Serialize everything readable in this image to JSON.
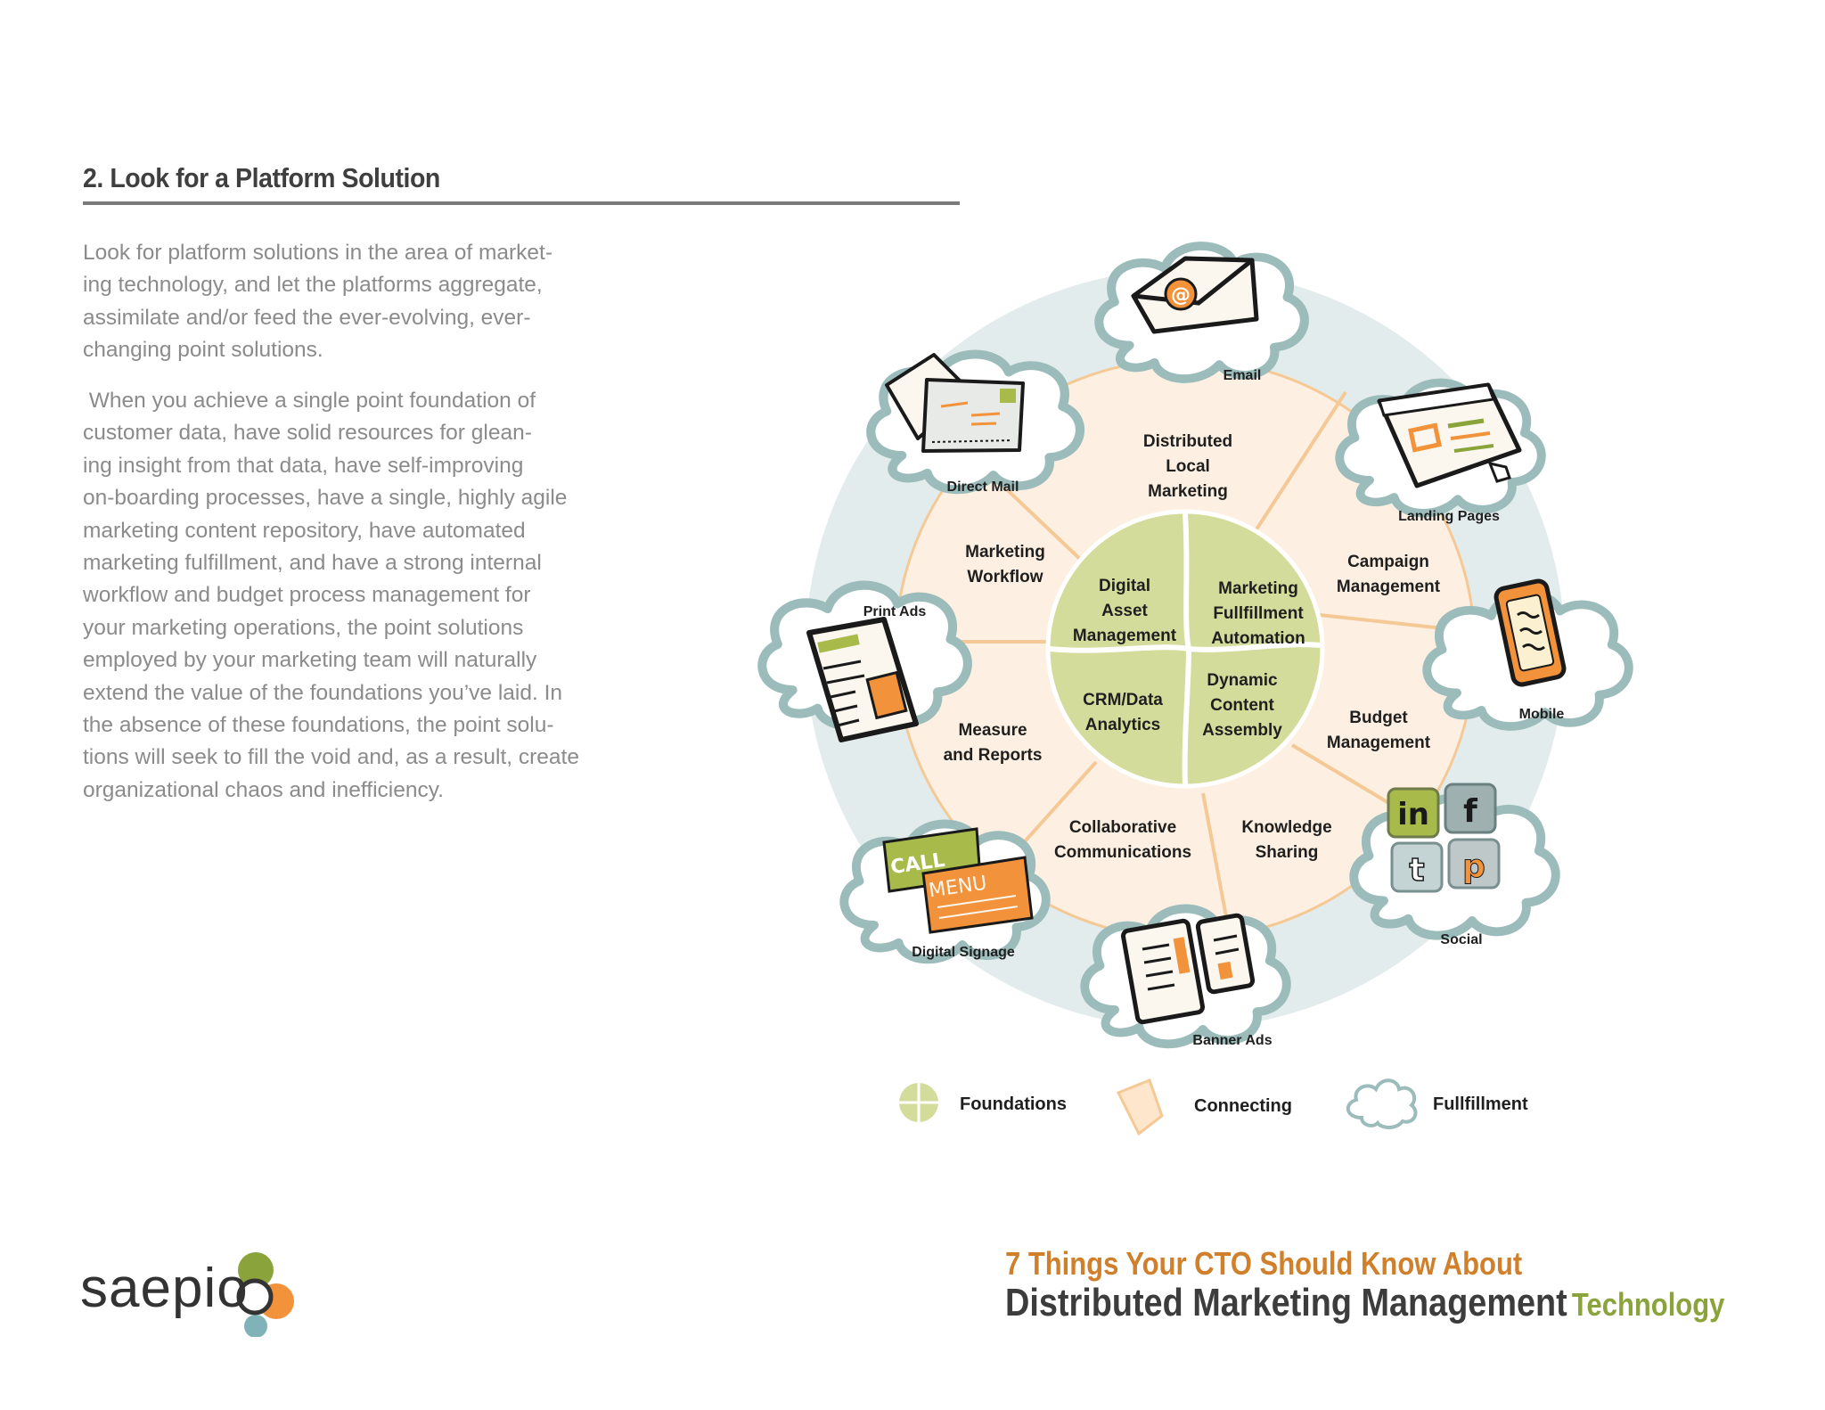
{
  "heading": "2. Look for a Platform Solution",
  "paragraph1_lines": [
    "Look for platform solutions in the area of market-",
    "ing technology, and let the platforms aggregate,",
    "assimilate and/or feed the ever-evolving, ever-",
    "changing point solutions."
  ],
  "paragraph2_lines": [
    " When you achieve a single point foundation of",
    "customer data, have solid resources for glean-",
    "ing insight from that data, have self-improving",
    "on-boarding processes, have a single, highly agile",
    "marketing content repository, have automated",
    "marketing fulfillment, and have a strong internal",
    "workflow and budget process management for",
    "your marketing operations, the point solutions",
    "employed by your marketing team will naturally",
    "extend the value of the foundations you’ve laid.  In",
    "the absence of these foundations, the point solu-",
    "tions will seek to fill the void and, as a result, create",
    "organizational chaos and inefficiency."
  ],
  "diagram": {
    "foundations": [
      {
        "lines": [
          "Digital",
          "Asset",
          "Management"
        ]
      },
      {
        "lines": [
          "Marketing",
          "Fullfillment",
          "Automation"
        ]
      },
      {
        "lines": [
          "CRM/Data",
          "Analytics"
        ]
      },
      {
        "lines": [
          "Dynamic",
          "Content",
          "Assembly"
        ]
      }
    ],
    "connecting": [
      {
        "lines": [
          "Distributed",
          "Local",
          "Marketing"
        ]
      },
      {
        "lines": [
          "Campaign",
          "Management"
        ]
      },
      {
        "lines": [
          "Budget",
          "Management"
        ]
      },
      {
        "lines": [
          "Knowledge",
          "Sharing"
        ]
      },
      {
        "lines": [
          "Collaborative",
          "Communications"
        ]
      },
      {
        "lines": [
          "Measure",
          "and Reports"
        ]
      },
      {
        "lines": [
          "Marketing",
          "Workflow"
        ]
      }
    ],
    "fulfillment": [
      {
        "label": "Email",
        "icon": "email-icon"
      },
      {
        "label": "Landing Pages",
        "icon": "landing-page-icon"
      },
      {
        "label": "Mobile",
        "icon": "mobile-phone-icon"
      },
      {
        "label": "Social",
        "icon": "social-media-icon"
      },
      {
        "label": "Banner Ads",
        "icon": "banner-ads-icon"
      },
      {
        "label": "Digital Signage",
        "icon": "digital-signage-icon"
      },
      {
        "label": "Print Ads",
        "icon": "print-ads-icon"
      },
      {
        "label": "Direct Mail",
        "icon": "direct-mail-icon"
      }
    ],
    "social_tiles": [
      "in",
      "f",
      "t",
      "p"
    ],
    "signage_words": [
      "CALL",
      "MENU"
    ],
    "legend": [
      {
        "label": "Foundations"
      },
      {
        "label": "Connecting"
      },
      {
        "label": "Fullfillment"
      }
    ],
    "colors": {
      "outer_ring": "#e3ecec",
      "connecting": "#fdf0e2",
      "foundations": "#d3dc9a",
      "cloud_stroke": "#9cbcbc",
      "accent_orange": "#f2923a"
    }
  },
  "logo": {
    "text": "saepio"
  },
  "cta": {
    "line1": "7 Things Your CTO Should Know About",
    "line2_main": "Distributed Marketing Management",
    "line2_accent": "Technology"
  }
}
